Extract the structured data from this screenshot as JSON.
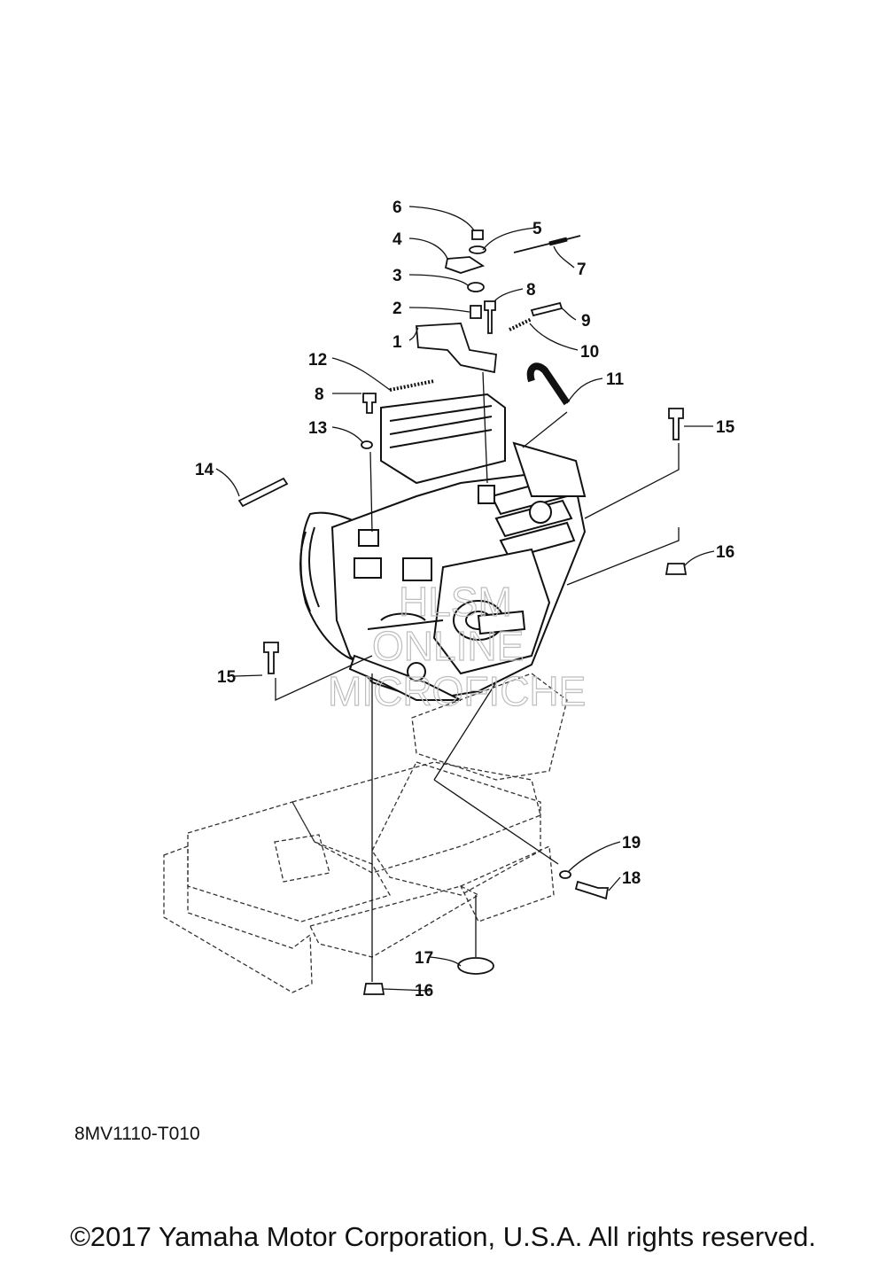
{
  "callouts": {
    "c1": "1",
    "c2": "2",
    "c3": "3",
    "c4": "4",
    "c5": "5",
    "c6": "6",
    "c7": "7",
    "c8a": "8",
    "c8b": "8",
    "c9": "9",
    "c10": "10",
    "c11": "11",
    "c12": "12",
    "c13": "13",
    "c14": "14",
    "c15a": "15",
    "c15b": "15",
    "c16a": "16",
    "c16b": "16",
    "c17": "17",
    "c18": "18",
    "c19": "19"
  },
  "watermark": {
    "line1": "HLSM",
    "line2": "ONLINE",
    "line3": "MICROFICHE"
  },
  "part_code": "8MV1110-T010",
  "copyright": "©2017 Yamaha Motor Corporation, U.S.A. All rights reserved."
}
